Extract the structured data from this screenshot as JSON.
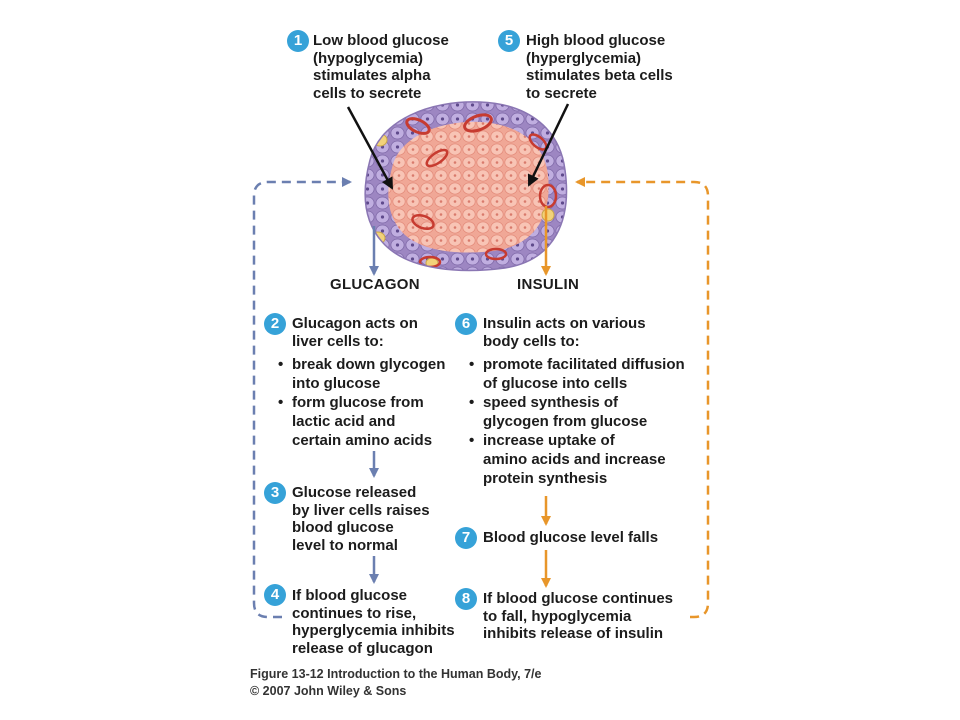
{
  "step1": {
    "number": "1",
    "text": "Low blood glucose\n(hypoglycemia)\nstimulates alpha\ncells to secrete"
  },
  "step5": {
    "number": "5",
    "text": "High blood glucose\n(hyperglycemia)\nstimulates beta cells\nto secrete"
  },
  "hormones": {
    "left": "GLUCAGON",
    "right": "INSULIN"
  },
  "step2": {
    "number": "2",
    "text": "Glucagon acts on\nliver cells to:",
    "bullets": [
      "break down glycogen\ninto glucose",
      "form glucose from\nlactic acid and\ncertain amino acids"
    ]
  },
  "step6": {
    "number": "6",
    "text": "Insulin acts on various\nbody cells to:",
    "bullets": [
      "promote facilitated diffusion\nof glucose into cells",
      "speed synthesis of\nglycogen from glucose",
      "increase uptake of\namino acids and increase\nprotein synthesis"
    ]
  },
  "step3": {
    "number": "3",
    "text": "Glucose released\nby liver cells raises\nblood glucose\nlevel to normal"
  },
  "step7": {
    "number": "7",
    "text": "Blood glucose level falls"
  },
  "step4": {
    "number": "4",
    "text": "If blood glucose\ncontinues to rise,\nhyperglycemia inhibits\nrelease of glucagon"
  },
  "step8": {
    "number": "8",
    "text": "If blood glucose continues\nto fall, hypoglycemia\ninhibits release of insulin"
  },
  "caption": {
    "line1": "Figure 13-12 Introduction to the Human Body, 7/e",
    "line2": "© 2007 John Wiley & Sons"
  },
  "colors": {
    "glucagon_path": "#6b7fb0",
    "insulin_path": "#e8962a",
    "badge": "#36a2d8",
    "beta_cells": "#f4b3a3",
    "alpha_cells": "#a98ec9",
    "vessel": "#c73b30"
  }
}
